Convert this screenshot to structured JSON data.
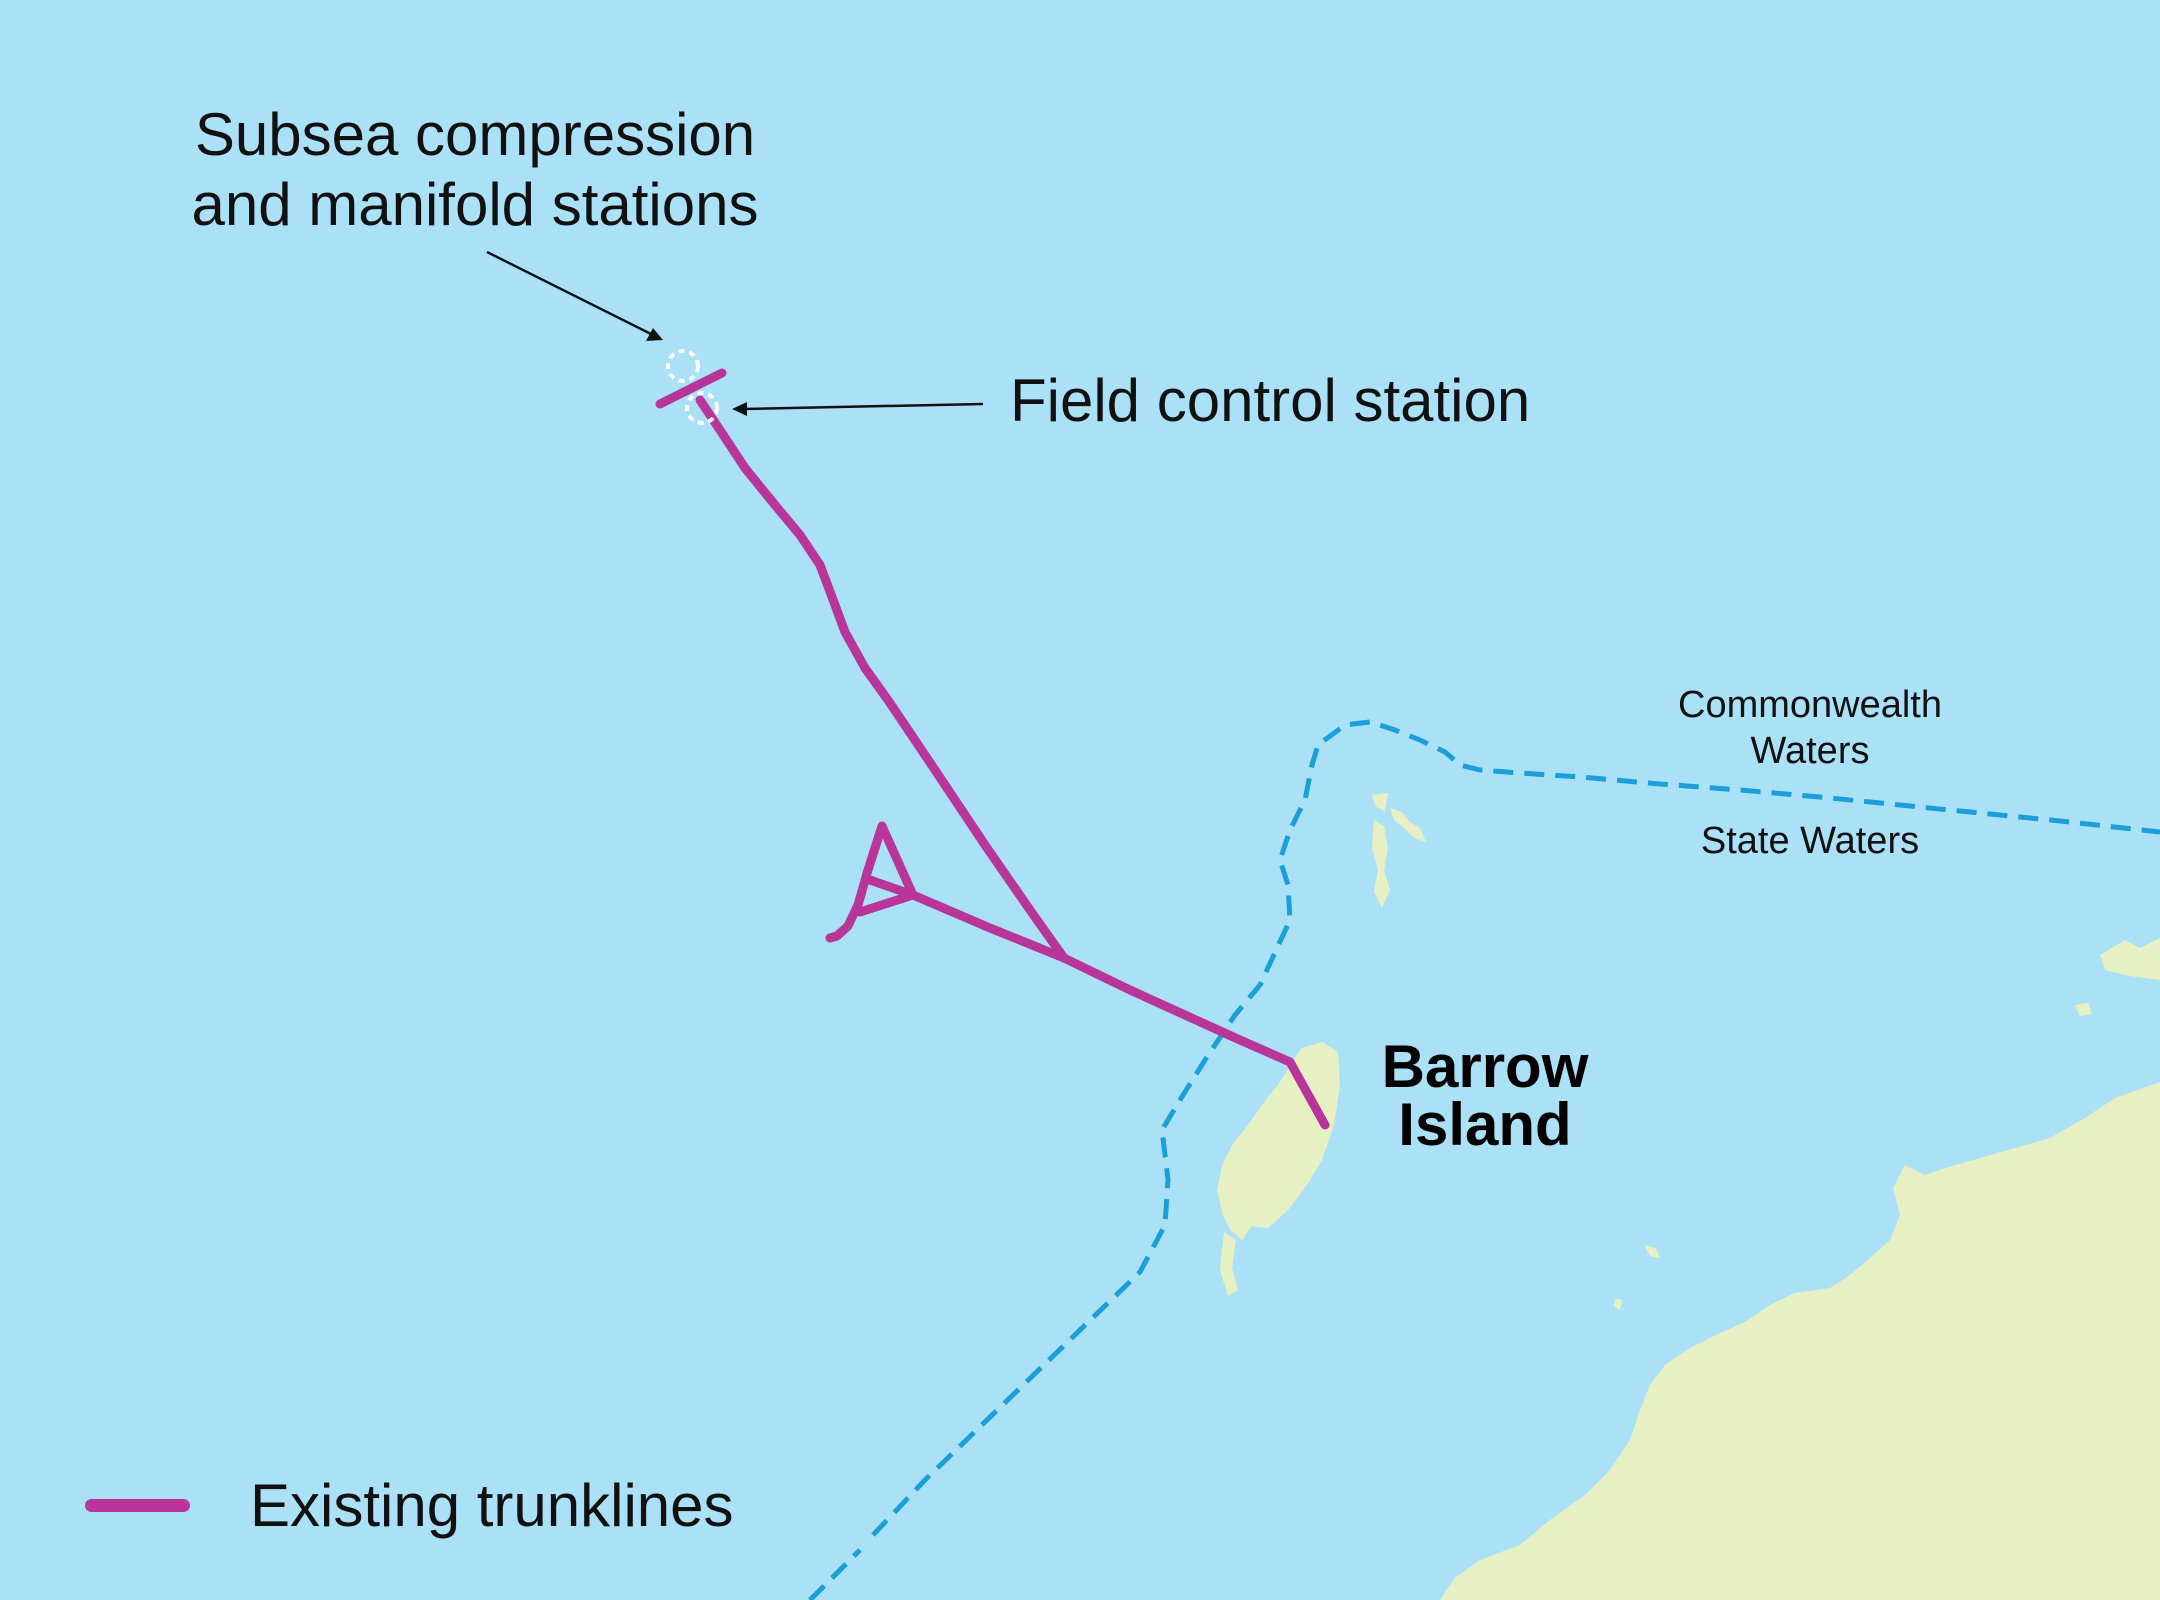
{
  "labels": {
    "stations_line1": "Subsea compression",
    "stations_line2": "and manifold stations",
    "field_control": "Field control station",
    "commonwealth_line1": "Commonwealth",
    "commonwealth_line2": "Waters",
    "state_waters": "State Waters",
    "island_line1": "Barrow",
    "island_line2": "Island"
  },
  "legend": {
    "items": [
      {
        "label": "Existing trunklines",
        "color": "#b8369a"
      }
    ]
  },
  "colors": {
    "water": "#abe1f7",
    "land": "#e7f0c3",
    "trunkline": "#b8369a",
    "boundary": "#1a9fd8",
    "station_marker": "#ffffff"
  }
}
